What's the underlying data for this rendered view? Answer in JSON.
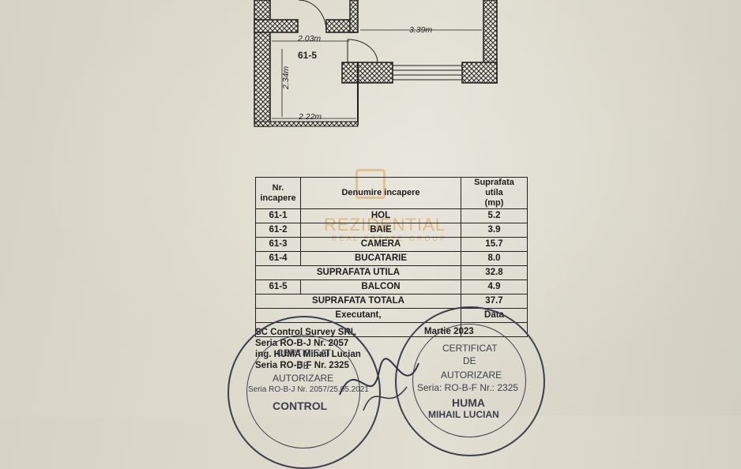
{
  "plan": {
    "dimensions": {
      "d1": "2.03m",
      "d2": "3.39m",
      "d3": "2.34m",
      "d4": "2.22m"
    },
    "room_label": "61-5"
  },
  "table": {
    "headers": {
      "nr": "Nr.\nincapere",
      "name": "Denumire incapere",
      "area": "Suprafata utila\n(mp)"
    },
    "rows": [
      {
        "nr": "61-1",
        "name": "HOL",
        "area": "5.2"
      },
      {
        "nr": "61-2",
        "name": "BAIE",
        "area": "3.9"
      },
      {
        "nr": "61-3",
        "name": "CAMERA",
        "area": "15.7"
      },
      {
        "nr": "61-4",
        "name": "BUCATARIE",
        "area": "8.0"
      }
    ],
    "subtotal": {
      "name": "SUPRAFATA UTILA",
      "area": "32.8"
    },
    "balcony": {
      "nr": "61-5",
      "name": "BALCON",
      "area": "4.9"
    },
    "total": {
      "name": "SUPRAFATA TOTALA",
      "area": "37.7"
    },
    "executant_label": "Executant,",
    "date_label": "Data",
    "date_value": "Martie 2023"
  },
  "company": {
    "line1": "SC Control Survey SRL",
    "line2": "Seria RO-B-J Nr. 2057",
    "line3": "ing. HUMA Mihail Lucian",
    "line4": "Seria RO-B-F Nr. 2325"
  },
  "stamp_left": {
    "line1": "CERTIFICAT",
    "line2": "DE",
    "line3": "AUTORIZARE",
    "line4": "Seria RO-B-J Nr. 2057/25.05.2021",
    "line5": "CONTROL"
  },
  "stamp_right": {
    "line1": "CERTIFICAT",
    "line2": "DE",
    "line3": "AUTORIZARE",
    "line4": "Seria: RO-B-F Nr.: 2325",
    "line5": "HUMA",
    "line6": "MIHAIL LUCIAN"
  },
  "watermark": {
    "name": "REZIDENTIAL",
    "tagline": "REAL ESTATE GROUP"
  },
  "colors": {
    "ink": "#1c1c1c",
    "stamp": "#3b3f4f",
    "watermark": "#dc963c"
  }
}
